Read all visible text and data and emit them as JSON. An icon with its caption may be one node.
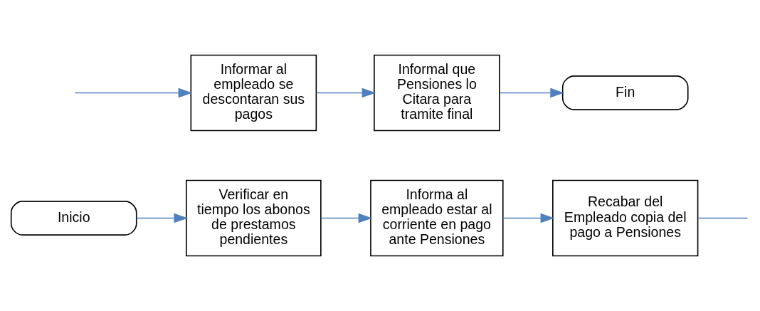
{
  "diagram": {
    "nodes": [
      {
        "text": [
          "Inicio"
        ]
      },
      {
        "text": [
          "Verificar en tiempo los abonos de prestamos pendientes"
        ]
      },
      {
        "text": [
          "Informa al empleado estar al corriente en pago ante Pensiones"
        ]
      },
      {
        "text": [
          "Recabar del Empleado copia del pago a Pensiones"
        ]
      },
      {
        "text": [
          "Informar al empleado se descontaran sus pagos"
        ]
      },
      {
        "text": [
          "Informal que Pensiones lo Citara para tramite final"
        ]
      },
      {
        "text": [
          "Fin"
        ]
      }
    ],
    "edges": [
      {
        "from": 0,
        "to": 1,
        "arrow": "to"
      },
      {
        "from": 1,
        "to": 2,
        "arrow": "to"
      },
      {
        "from": 2,
        "to": 3,
        "arrow": "to"
      },
      {
        "from": 3,
        "to": null,
        "arrow": "none"
      },
      {
        "from": null,
        "to": 4,
        "arrow": "to"
      },
      {
        "from": 4,
        "to": 5,
        "arrow": "to"
      },
      {
        "from": 5,
        "to": 6,
        "arrow": "to"
      }
    ]
  }
}
